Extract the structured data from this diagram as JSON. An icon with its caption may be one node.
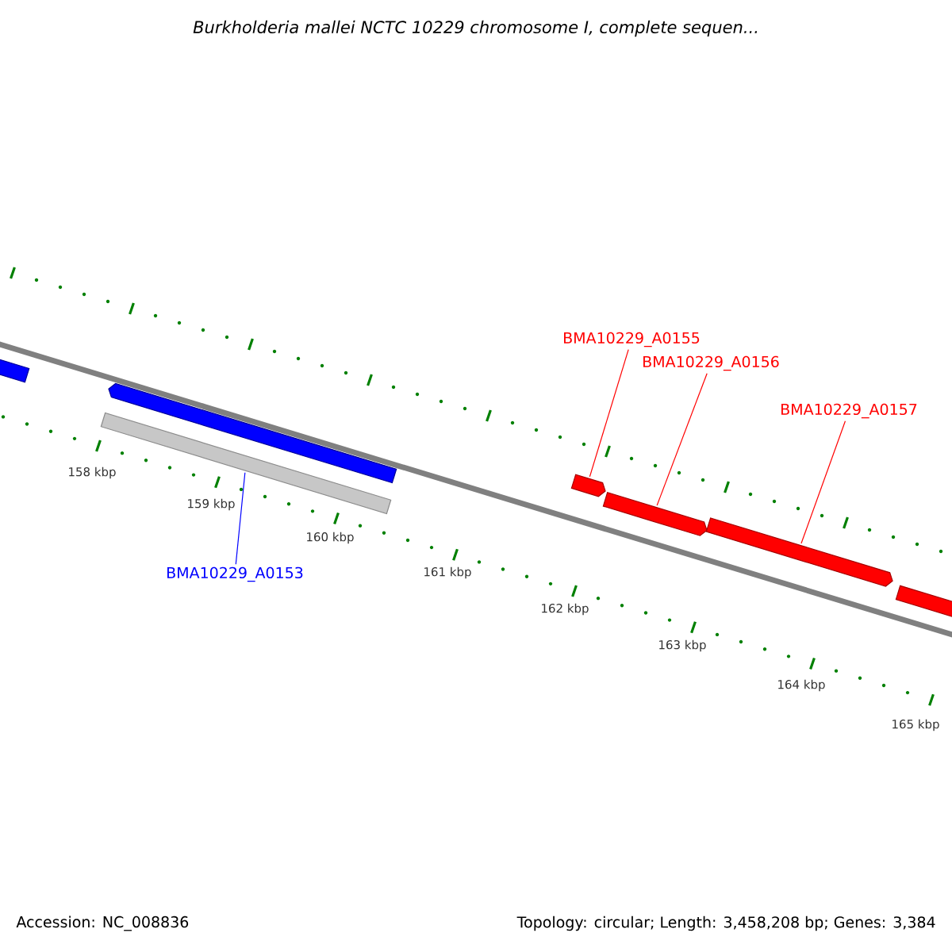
{
  "diagram": {
    "title": "Burkholderia mallei NCTC 10229 chromosome I, complete sequen...",
    "nodes": [
      {
        "text": [
          "BMA10229_A0153"
        ]
      },
      {
        "text": [
          "BMA10229_A0155"
        ]
      },
      {
        "text": [
          "BMA10229_A0156"
        ]
      },
      {
        "text": [
          "BMA10229_A0157"
        ]
      },
      {
        "text": [],
        "shape": "bar"
      },
      {
        "text": [],
        "shape": "arrow"
      },
      {
        "text": [],
        "shape": "bar"
      },
      {
        "text": [],
        "shape": "arrow"
      },
      {
        "text": [],
        "shape": "arrow"
      },
      {
        "text": [],
        "shape": "arrow"
      },
      {
        "text": [],
        "shape": "bar"
      }
    ],
    "edges": [
      {
        "from": 0,
        "to": 6,
        "arrow": "none",
        "color": "#0000ff"
      },
      {
        "from": 1,
        "to": 7,
        "arrow": "none"
      },
      {
        "from": 2,
        "to": 8,
        "arrow": "none"
      },
      {
        "from": 3,
        "to": 9,
        "arrow": "none"
      }
    ],
    "labels": [
      "158 kbp",
      "159 kbp",
      "160 kbp",
      "161 kbp",
      "162 kbp",
      "163 kbp",
      "164 kbp",
      "165 kbp",
      "Accession: NC_008836",
      "Topology: circular; Length: 3,458,208 bp; Genes: 3,384"
    ]
  }
}
